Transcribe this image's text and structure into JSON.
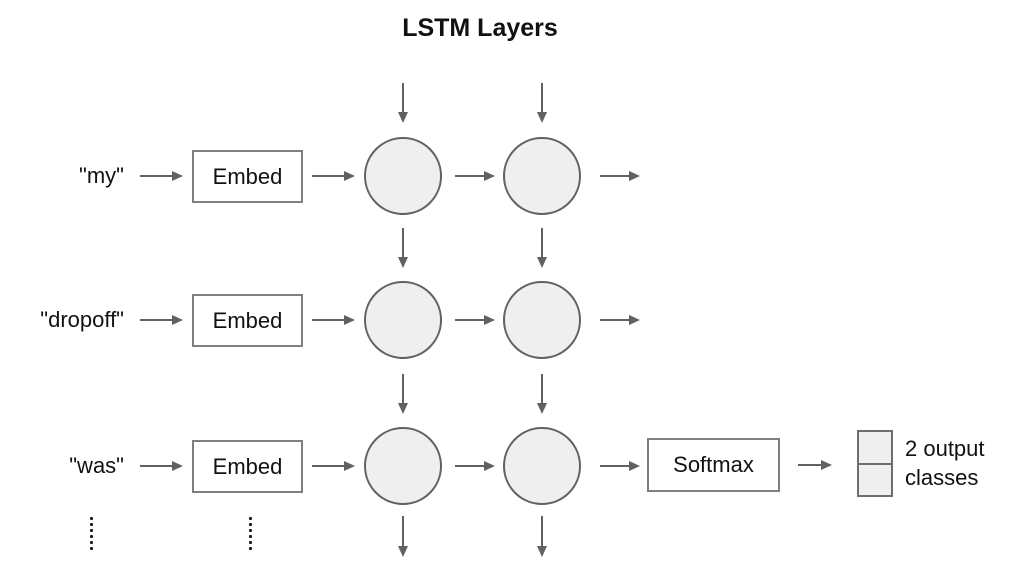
{
  "title": "LSTM Layers",
  "rows": [
    {
      "word": "\"my\""
    },
    {
      "word": "\"dropoff\""
    },
    {
      "word": "\"was\""
    }
  ],
  "boxes": {
    "embed": "Embed",
    "softmax": "Softmax"
  },
  "output": {
    "label": "2 output classes"
  },
  "colors": {
    "node_fill": "#efefef",
    "node_stroke": "#616161",
    "box_border": "#7f7f7f",
    "arrow": "#616161",
    "text": "#111111",
    "background": "#ffffff"
  }
}
